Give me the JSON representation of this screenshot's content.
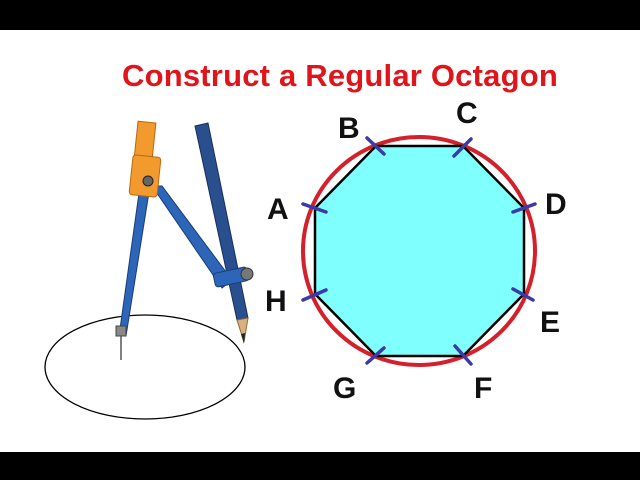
{
  "title": "Construct a Regular Octagon",
  "vertices": [
    "A",
    "B",
    "C",
    "D",
    "E",
    "F",
    "G",
    "H"
  ],
  "colors": {
    "title": "#e0141b",
    "circle": "#d4202a",
    "octagon_fill": "#80ffff",
    "octagon_stroke": "#000000",
    "arc_marks": "#3a3aa8",
    "compass_body": "#2d66b8",
    "compass_hinge": "#f29a2e",
    "pencil": "#2a4f8f"
  },
  "icons": {
    "compass": "drawing-compass-icon"
  }
}
